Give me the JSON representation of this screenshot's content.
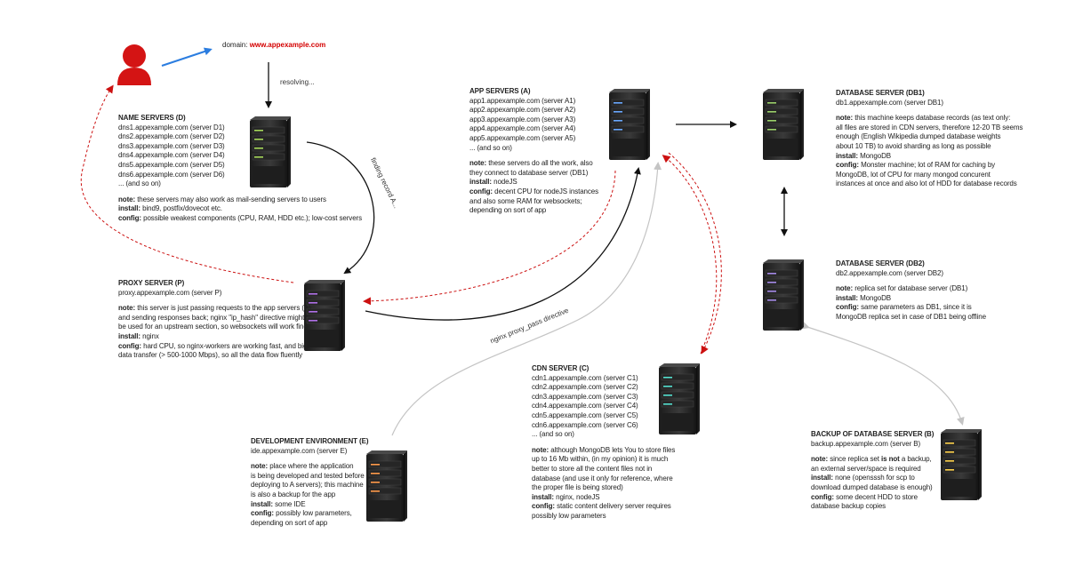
{
  "domain": {
    "prefix": "domain:",
    "url": "www.appexample.com"
  },
  "labels": {
    "resolving": "resolving...",
    "finding": "finding record A...",
    "proxy_pass": "nginx proxy_pass directive"
  },
  "name_servers": {
    "title": "NAME SERVERS (D)",
    "lines": [
      "dns1.appexample.com (server D1)",
      "dns2.appexample.com (server D2)",
      "dns3.appexample.com (server D3)",
      "dns4.appexample.com (server D4)",
      "dns5.appexample.com (server D5)",
      "dns6.appexample.com (server D6)",
      "... (and so on)"
    ],
    "note_label": "note:",
    "note": "these servers may also work as mail-sending servers to users",
    "install_label": "install:",
    "install": "bind9, postfix/dovecot etc.",
    "config_label": "config:",
    "config": "possible weakest components (CPU, RAM, HDD etc.); low-cost servers"
  },
  "proxy_server": {
    "title": "PROXY SERVER (P)",
    "subtitle": "proxy.appexample.com (server P)",
    "note_label": "note:",
    "note_lines": [
      "this server is just passing requests to the app servers (A)",
      "and sending responses back; nginx \"ip_hash\" directive might",
      "be used for an upstream section, so websockets will work fine"
    ],
    "install_label": "install:",
    "install": "nginx",
    "config_label": "config:",
    "config_lines": [
      "hard CPU, so nginx-workers are working fast, and big",
      "data transfer (> 500-1000 Mbps), so all the data flow fluently"
    ]
  },
  "app_servers": {
    "title": "APP SERVERS (A)",
    "lines": [
      "app1.appexample.com (server A1)",
      "app2.appexample.com (server A2)",
      "app3.appexample.com (server A3)",
      "app4.appexample.com (server A4)",
      "app5.appexample.com (server A5)",
      "... (and so on)"
    ],
    "note_label": "note:",
    "note_lines": [
      "these servers do all the work, also",
      "they connect to database server (DB1)"
    ],
    "install_label": "install:",
    "install": "nodeJS",
    "config_label": "config:",
    "config_lines": [
      "decent CPU for nodeJS instances",
      "and also some RAM for websockets;",
      "depending on sort of app"
    ]
  },
  "db1": {
    "title": "DATABASE SERVER (DB1)",
    "subtitle": "db1.appexample.com (server DB1)",
    "note_label": "note:",
    "note_lines": [
      "this machine keeps database records (as text only:",
      "all files are stored in CDN servers, therefore 12-20 TB seems",
      "enough (English Wikipedia dumped database weights",
      "about 10 TB) to avoid sharding as long as possible"
    ],
    "install_label": "install:",
    "install": "MongoDB",
    "config_label": "config:",
    "config_lines": [
      "Monster machine; lot of RAM for caching by",
      "MongoDB, lot of CPU for many mongod concurent",
      "instances at once and also lot of HDD for database records"
    ]
  },
  "db2": {
    "title": "DATABASE SERVER (DB2)",
    "subtitle": "db2.appexample.com (server DB2)",
    "note_label": "note:",
    "note": "replica set for database server (DB1)",
    "install_label": "install:",
    "install": "MongoDB",
    "config_label": "config:",
    "config_lines": [
      "same parameters as DB1, since it is",
      "MongoDB replica set in case of DB1 being offline"
    ]
  },
  "cdn": {
    "title": "CDN SERVER (C)",
    "lines": [
      "cdn1.appexample.com (server C1)",
      "cdn2.appexample.com (server C2)",
      "cdn3.appexample.com (server C3)",
      "cdn4.appexample.com (server C4)",
      "cdn5.appexample.com (server C5)",
      "cdn6.appexample.com (server C6)",
      "... (and so on)"
    ],
    "note_label": "note:",
    "note_lines": [
      "although MongoDB lets You to store files",
      "up to 16 Mb within, (in my opinion) it is much",
      "better to store all the content files not in",
      "database (and use it only for reference, where",
      "the proper file is being stored)"
    ],
    "install_label": "install:",
    "install": "nginx, nodeJS",
    "config_label": "config:",
    "config_lines": [
      "static content delivery server requires",
      "possibly low parameters"
    ]
  },
  "dev": {
    "title": "DEVELOPMENT ENVIRONMENT (E)",
    "subtitle": "ide.appexample.com (server E)",
    "note_label": "note:",
    "note_lines": [
      "place where the application",
      "is being developed and tested before",
      "deploying to A servers); this machine",
      "is also a backup for the app"
    ],
    "install_label": "install:",
    "install": "some IDE",
    "config_label": "config:",
    "config_lines": [
      "possibly low parameters,",
      "depending on sort of app"
    ]
  },
  "backup": {
    "title": "BACKUP OF DATABASE SERVER (B)",
    "subtitle": "backup.appexample.com (server B)",
    "note_label": "note:",
    "note_pre": "since replica set ",
    "note_bold": "is not",
    "note_post": " a backup,",
    "note_line2": "an external server/space is required",
    "install_label": "install:",
    "install_lines": [
      "none (opensssh for scp to",
      "download dumped database is enough)"
    ],
    "config_label": "config:",
    "config_lines": [
      "some decent HDD to store",
      "database backup copies"
    ]
  },
  "colors": {
    "red": "#cc1111",
    "blue": "#2b7de0",
    "gray": "#bbbbbb",
    "black": "#111111"
  },
  "icons": [
    "user-icon",
    "server-icon"
  ]
}
